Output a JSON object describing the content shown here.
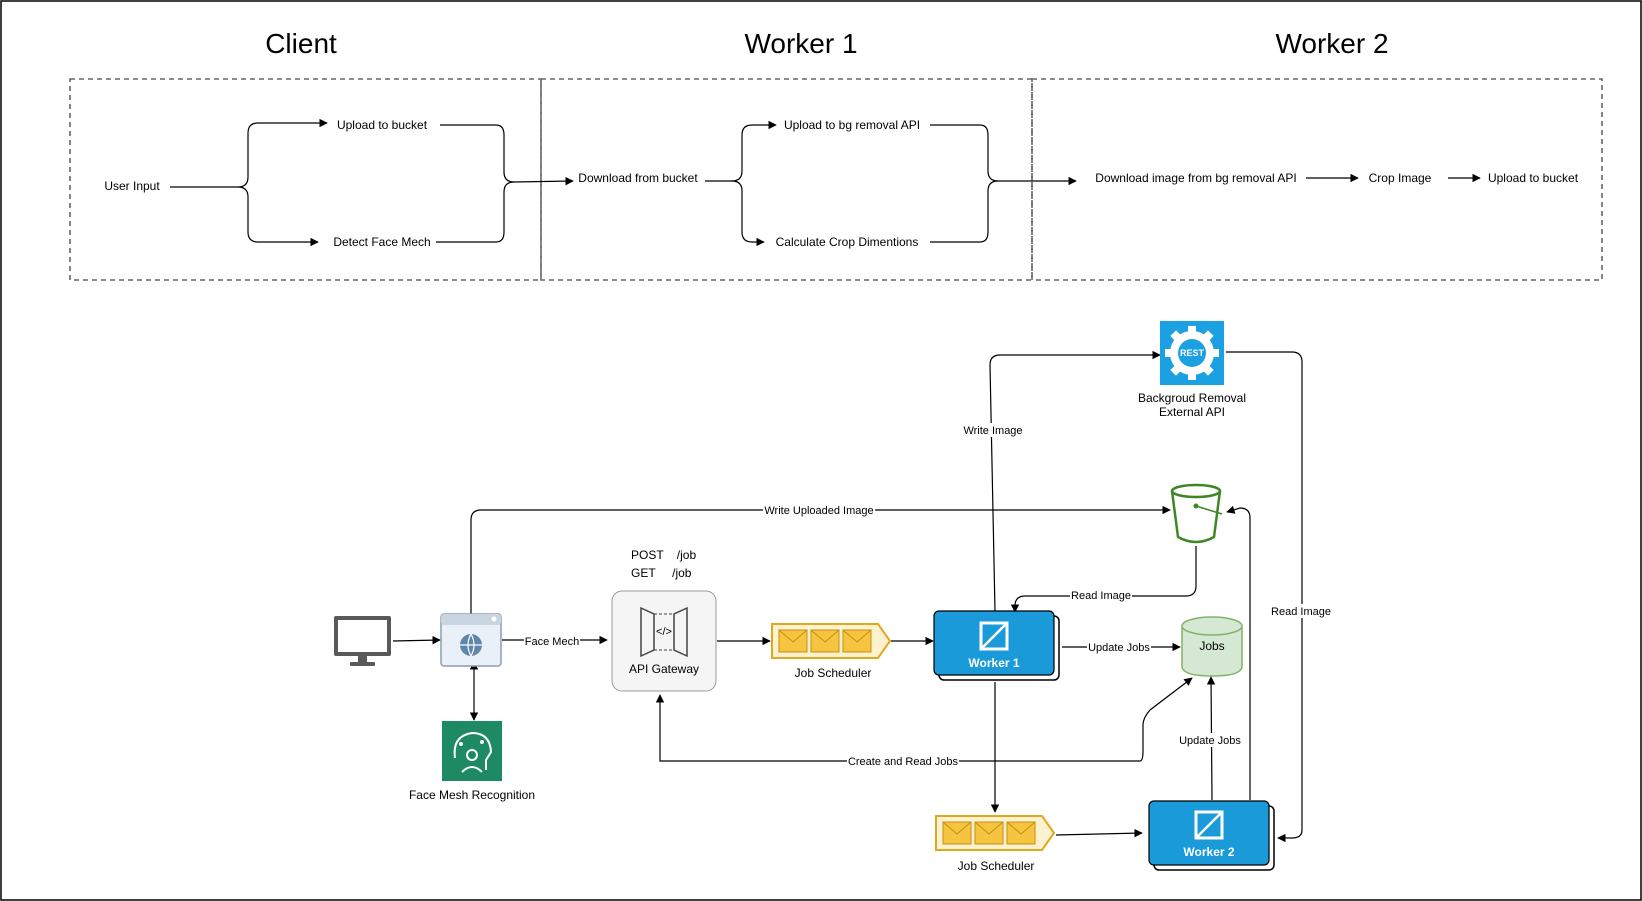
{
  "headers": {
    "client": "Client",
    "worker1": "Worker 1",
    "worker2": "Worker 2"
  },
  "flow": {
    "client": {
      "user_input": "User Input",
      "upload_bucket": "Upload to bucket",
      "detect_face": "Detect Face Mech"
    },
    "worker1": {
      "download_bucket": "Download from bucket",
      "upload_bg": "Upload to bg removal API",
      "calc_crop": "Calculate Crop Dimentions"
    },
    "worker2": {
      "download_bg": "Download image from bg removal API",
      "crop": "Crop Image",
      "upload_bucket": "Upload to bucket"
    }
  },
  "arch": {
    "bg_api": {
      "icon_text": "REST",
      "line1": "Backgroud Removal",
      "line2": "External API"
    },
    "api_gateway": {
      "label": "API Gateway",
      "code_glyph": "</>",
      "methods": [
        "POST    /job",
        "GET     /job"
      ]
    },
    "job_scheduler_1": "Job Scheduler",
    "job_scheduler_2": "Job Scheduler",
    "worker1": "Worker 1",
    "worker2": "Worker 2",
    "jobs_db": "Jobs",
    "face_mesh": "Face Mesh Recognition",
    "edges": {
      "write_uploaded": "Write Uploaded Image",
      "face_mech": "Face Mech",
      "write_image": "Write Image",
      "read_image_1": "Read Image",
      "read_image_2": "Read Image",
      "update_jobs_1": "Update Jobs",
      "update_jobs_2": "Update Jobs",
      "create_read_jobs": "Create and Read Jobs"
    }
  },
  "colors": {
    "worker_blue": "#1a9ad9",
    "scheduler_yellow": "#f2c14e",
    "scheduler_stroke": "#e0a81f",
    "bucket_green": "#3f8624",
    "db_fill": "#d5e8d4",
    "db_stroke": "#82b366",
    "face_green": "#1e8a63",
    "gateway_fill": "#f5f5f5"
  }
}
